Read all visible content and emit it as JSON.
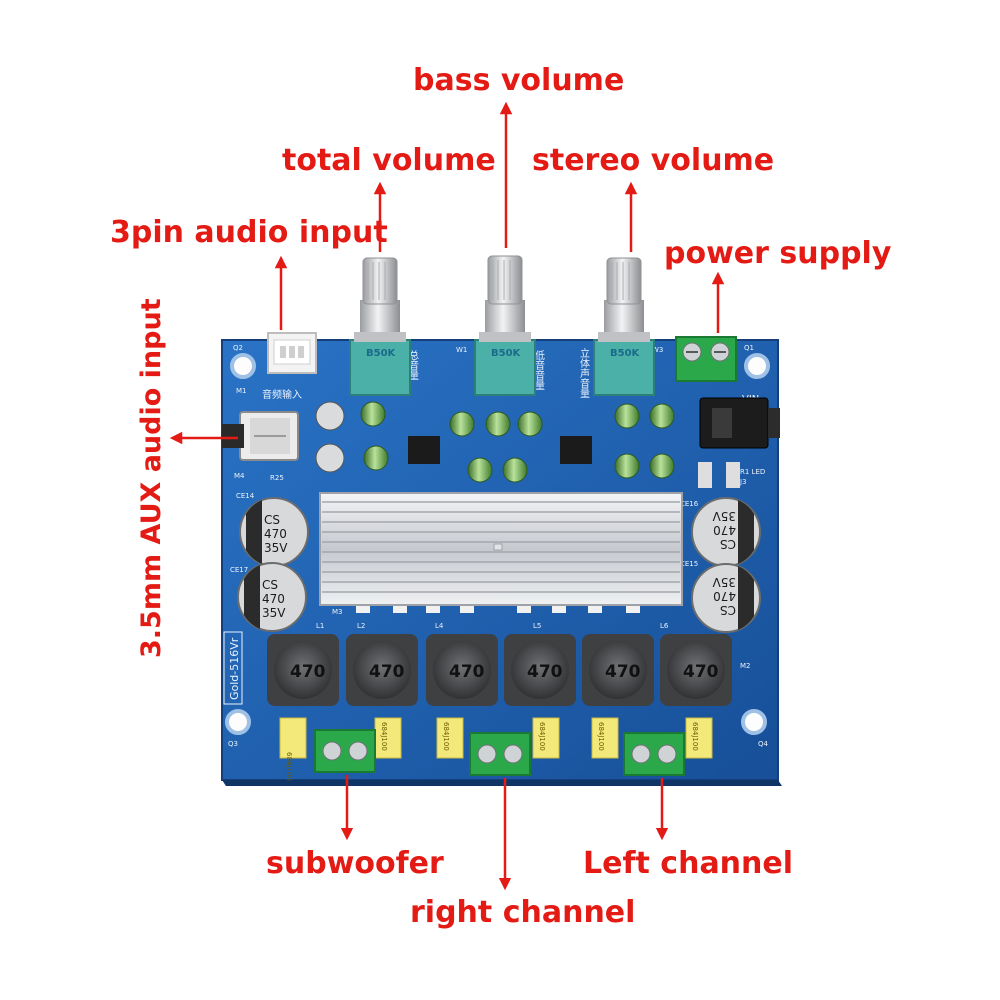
{
  "labels": {
    "bass_volume": "bass volume",
    "total_volume": "total volume",
    "stereo_volume": "stereo volume",
    "pin_audio_input": "3pin audio input",
    "power_supply": "power supply",
    "aux_audio_input": "3.5mm AUX audio input",
    "subwoofer": "subwoofer",
    "right_channel": "right channel",
    "left_channel": "Left channel"
  },
  "board": {
    "model": "Gold-516Vr",
    "vin": "VIN",
    "audio_input_cn": "音频输入",
    "total_volume_cn": "总音量",
    "bass_volume_cn": "低音音量",
    "stereo_volume_cn": "立体声音量",
    "pot_value": "B50K",
    "cap_brand": "CS",
    "cap_value": "470",
    "cap_voltage": "35V",
    "inductor_value": "470",
    "film_cap_value": "684J100"
  },
  "colors": {
    "annotation": "#e31b14",
    "pcb": "#1e63b5",
    "terminal_block": "#2aa84a",
    "heatsink": "#c9ccd1",
    "pot_body": "#4ab0a8"
  }
}
